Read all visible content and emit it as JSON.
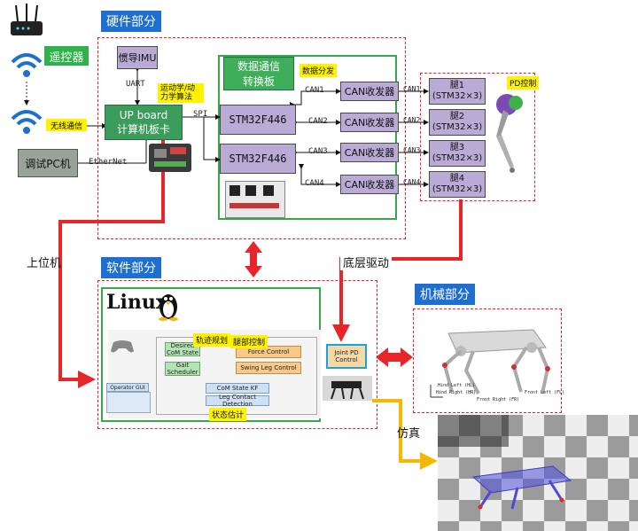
{
  "sections": {
    "hardware": "硬件部分",
    "software": "软件部分",
    "mechanical": "机械部分"
  },
  "remote": {
    "label": "遥控器"
  },
  "wireless": {
    "label": "无线通信"
  },
  "debug_pc": {
    "label": "调试PC机"
  },
  "ethernet": {
    "label": "EtherNet"
  },
  "imu": {
    "label": "惯导IMU"
  },
  "uart": {
    "label": "UART"
  },
  "algorithms": {
    "line1": "运动学/动",
    "line2": "力学算法"
  },
  "upboard": {
    "line1": "UP board",
    "line2": "计算机板卡"
  },
  "spi": {
    "label": "SPI"
  },
  "converter": {
    "line1": "数据通信",
    "line2": "转换板",
    "tag": "数据分发"
  },
  "stm32": [
    "STM32F446",
    "STM32F446"
  ],
  "can_labels": [
    "CAN1",
    "CAN2",
    "CAN3",
    "CAN4"
  ],
  "can_transceiver": [
    "CAN收发器",
    "CAN收发器",
    "CAN收发器",
    "CAN收发器"
  ],
  "legs": [
    {
      "line1": "腿1",
      "line2": "(STM32×3)"
    },
    {
      "line1": "腿2",
      "line2": "(STM32×3)"
    },
    {
      "line1": "腿3",
      "line2": "(STM32×3)"
    },
    {
      "line1": "腿4",
      "line2": "(STM32×3)"
    }
  ],
  "pd_tag": "PD控制",
  "upper_machine": "上位机",
  "low_level_drive": "底层驱动",
  "simulation": "仿真",
  "linux": "Linux",
  "controller": {
    "traj_tag": "轨迹规划",
    "leg_tag": "腿部控制",
    "state_tag": "状态估计",
    "desired_com": "Desired CoM State",
    "gait_scheduler": "Gait Scheduler",
    "force_control": "Force Control",
    "swing_leg": "Swing Leg Control",
    "joint_pd": "Joint PD Control",
    "com_kf": "CoM State KF",
    "leg_contact": "Leg Contact Detection",
    "operator_gui": "Operator GUI"
  },
  "robot_labels": {
    "hind_left": "Hind Left (HL)",
    "hind_right": "Hind Right (HR)",
    "front_left": "Front Left (FL)",
    "front_right": "Front Right (FR)"
  },
  "colors": {
    "red": "#e8262a",
    "blue": "#1f6fd1",
    "green": "#35a84a",
    "yellow": "#fff200",
    "orange": "#f5b800"
  }
}
